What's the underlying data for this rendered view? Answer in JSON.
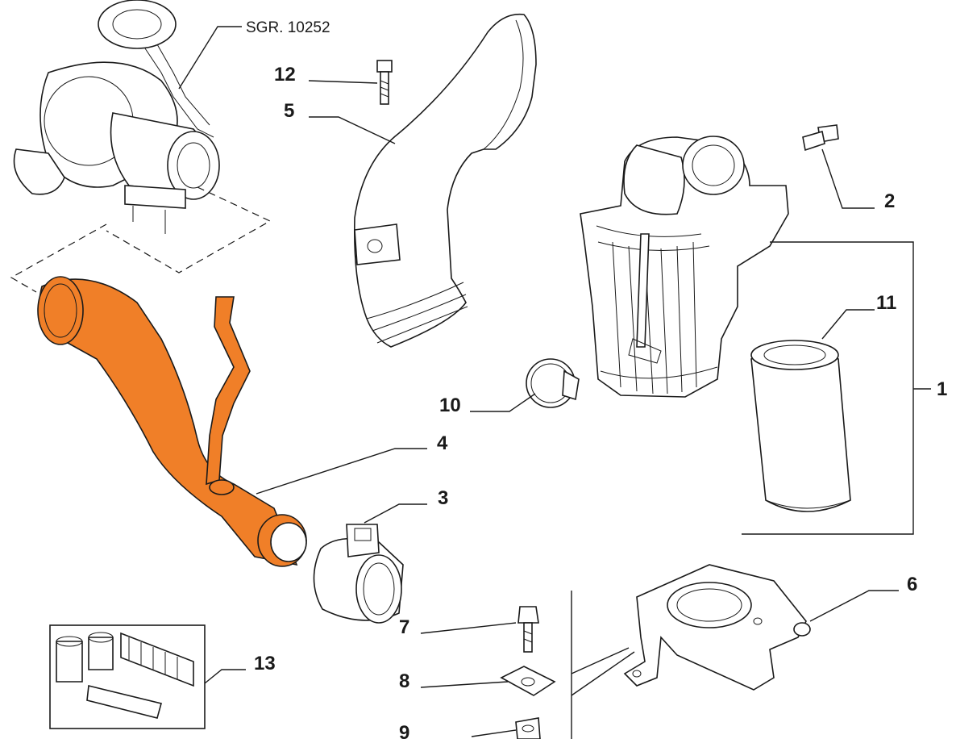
{
  "reference": "SGR. 10252",
  "callouts": {
    "c1": "1",
    "c2": "2",
    "c3": "3",
    "c4": "4",
    "c5": "5",
    "c6": "6",
    "c7": "7",
    "c8": "8",
    "c9": "9",
    "c10": "10",
    "c11": "11",
    "c12": "12",
    "c13": "13"
  },
  "colors": {
    "highlight": "#f07f28",
    "ink": "#1a1a1a",
    "background": "#ffffff"
  }
}
